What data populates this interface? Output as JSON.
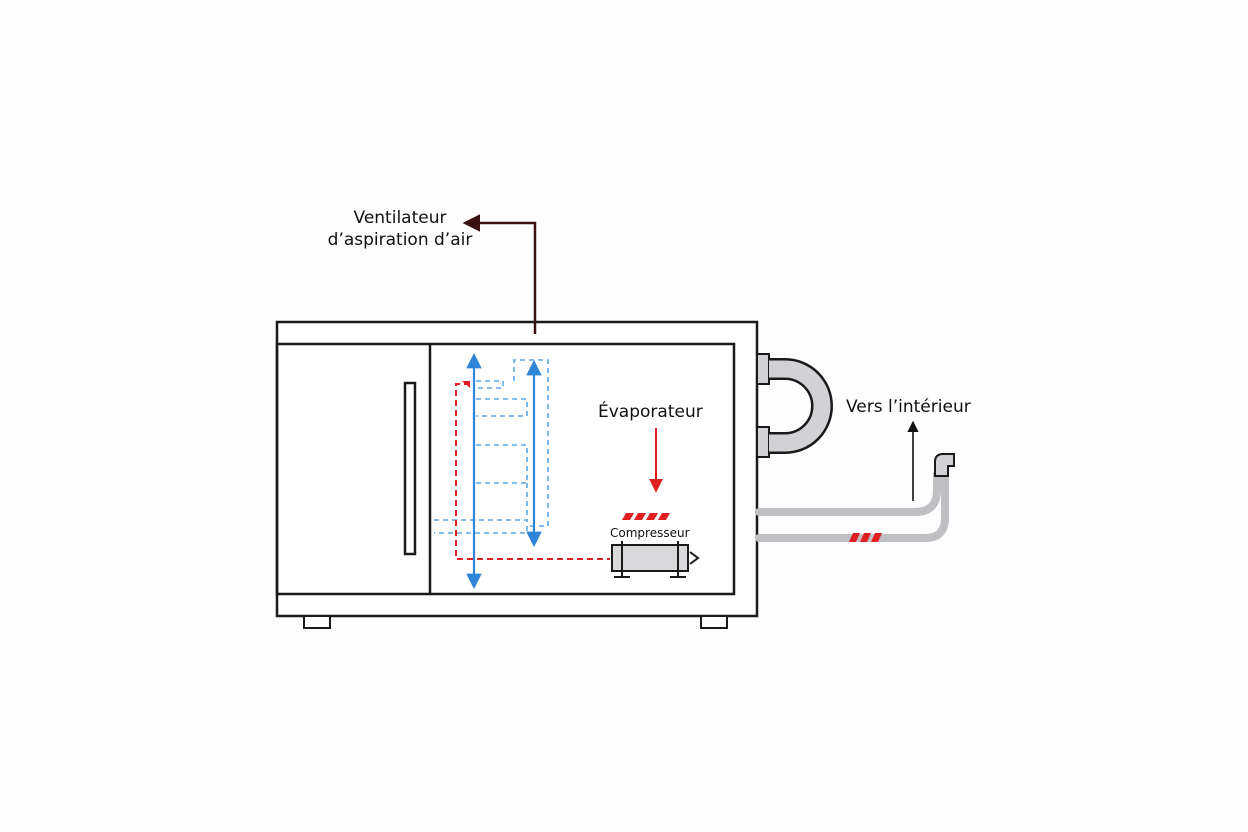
{
  "labels": {
    "fan_line1": "Ventilateur",
    "fan_line2": "d’aspiration d’air",
    "evaporator": "Évaporateur",
    "compressor": "Compresseur",
    "to_interior": "Vers l’intérieur"
  },
  "colors": {
    "outline": "#1a1a1a",
    "fan_arrow": "#3a1010",
    "coolant_blue": "#2f86d6",
    "coolant_light_blue": "#5aa8e8",
    "refrigerant_red": "#e02020",
    "pipe_grey": "#c8c8cc",
    "compressor_fill": "#d9d9dc"
  },
  "icons": {
    "fan": "arrow-up-left",
    "evaporator": "arrow-down",
    "interior": "arrow-up"
  }
}
